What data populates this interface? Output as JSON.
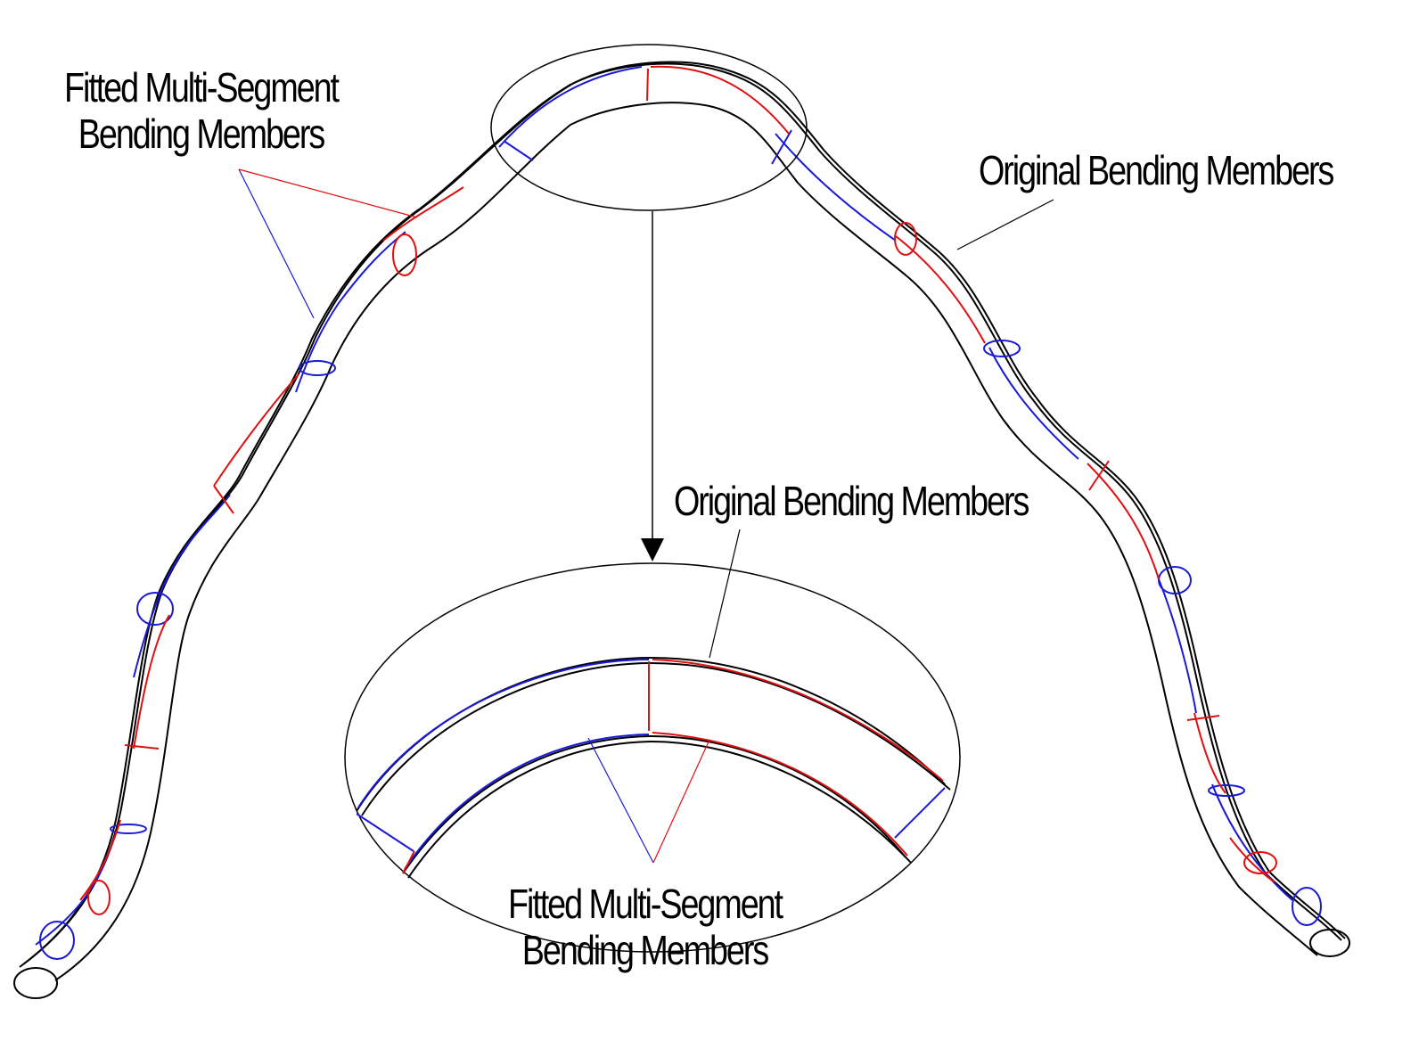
{
  "labels": {
    "fitted_top_left": {
      "line1": "Fitted Multi-Segment",
      "line2": "Bending Members"
    },
    "original_top_right": "Original Bending Members",
    "original_detail": "Original Bending Members",
    "fitted_detail": {
      "line1": "Fitted Multi-Segment",
      "line2": "Bending Members"
    }
  },
  "colors": {
    "original": "#000000",
    "fitted_blue": "#1a1ad6",
    "fitted_red": "#e01010",
    "background": "#ffffff"
  }
}
